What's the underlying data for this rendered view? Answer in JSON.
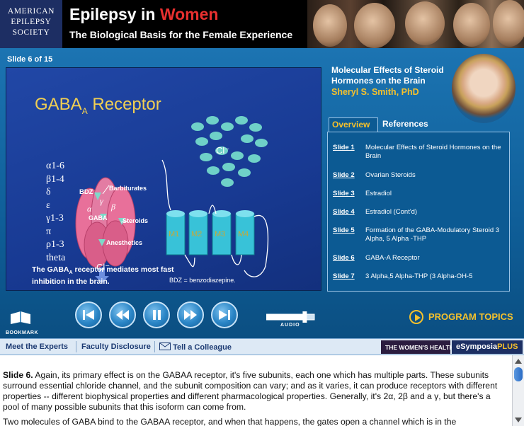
{
  "header": {
    "logo_lines": [
      "AMERICAN",
      "EPILEPSY",
      "SOCIETY"
    ],
    "title_part1": "Epilepsy in ",
    "title_part2": "Women",
    "subtitle": "The Biological Basis for the Female Experience"
  },
  "player": {
    "slide_counter": "Slide   6 of 15",
    "bookmark_label": "BOOKMARK",
    "audio_label": "AUDIO",
    "audio_level": 0.8,
    "program_topics_label": "PROGRAM TOPICS"
  },
  "slide": {
    "title_main": "GABA",
    "title_sub": "A",
    "title_rest": " Receptor",
    "subunits": [
      "α1-6",
      "β1-4",
      "δ",
      "ε",
      "γ1-3",
      "π",
      "ρ1-3",
      "theta"
    ],
    "labels": {
      "bdz": "BDZ",
      "barbiturates": "Barbiturates",
      "gaba": "GABA",
      "steroids": "Steroids",
      "anesthetics": "Anesthetics",
      "cl_inner": "Cl⁻",
      "cl_outer": "Cl⁻",
      "alpha": "α",
      "beta": "β",
      "gamma": "γ",
      "m1": "M1",
      "m2": "M2",
      "m3": "M3",
      "m4": "M4"
    },
    "caption_part1": "The GABA",
    "caption_sub": "A",
    "caption_part2": " receptor mediates most fast",
    "caption_line2": "inhibition in the brain.",
    "footnote": "BDZ = benzodiazepine."
  },
  "speaker": {
    "talk_title": "Molecular Effects of Steroid Hormones on the Brain",
    "name": "Sheryl S. Smith, PhD"
  },
  "tabs": [
    "Overview",
    "References"
  ],
  "toc": [
    {
      "num": "Slide 1",
      "text": "Molecular Effects of Steroid Hormones on the Brain"
    },
    {
      "num": "Slide 2",
      "text": "Ovarian Steroids"
    },
    {
      "num": "Slide 3",
      "text": "Estradiol"
    },
    {
      "num": "Slide 4",
      "text": "Estradiol (Cont'd)"
    },
    {
      "num": "Slide 5",
      "text": "Formation of the GABA-Modulatory Steroid 3 Alpha, 5 Alpha -THP"
    },
    {
      "num": "Slide 6",
      "text": "GABA-A Receptor"
    },
    {
      "num": "Slide 7",
      "text": "3 Alpha,5 Alpha-THP (3 Alpha-OH-5"
    }
  ],
  "navbar": {
    "meet_experts": "Meet the Experts",
    "faculty_disclosure": "Faculty Disclosure",
    "tell_colleague": "Tell a Colleague",
    "badge_womens_health": "THE WOMEN'S HEALTH",
    "badge_esymposia_a": "eSymposia",
    "badge_esymposia_b": "PLUS"
  },
  "transcript": {
    "label": "Slide 6.",
    "body": " Again, its primary effect is on the GABAA receptor, it's five subunits, each one which has multiple parts. These subunits surround essential chloride channel, and the subunit composition can vary; and as it varies, it can produce receptors with different properties -- different biophysical properties and different pharmacological properties. Generally, it's 2α, 2β and a γ, but there's a pool of many possible subunits that this isoform can come from.",
    "para2": "Two molecules of GABA bind to the GABAA receptor, and when that happens, the gates open a channel which is in the"
  },
  "colors": {
    "accent_red": "#e8302f",
    "accent_gold": "#f5c12c",
    "panel_blue": "#1c74b2",
    "slide_blue": "#2147a6"
  },
  "icons": [
    "bookmark-icon",
    "skip-back-icon",
    "rewind-icon",
    "pause-icon",
    "fast-forward-icon",
    "skip-forward-icon",
    "play-circle-icon",
    "envelope-icon"
  ]
}
